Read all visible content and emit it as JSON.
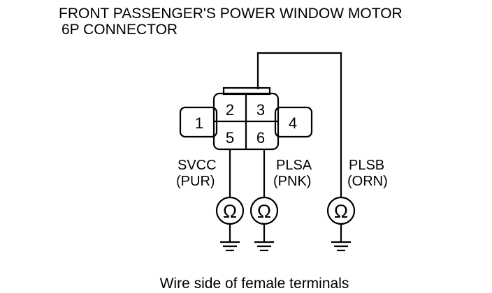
{
  "title": {
    "line1": "FRONT PASSENGER'S POWER WINDOW MOTOR",
    "line2": "6P CONNECTOR"
  },
  "connector": {
    "pins": [
      "1",
      "2",
      "3",
      "4",
      "5",
      "6"
    ]
  },
  "wires": {
    "svcc": {
      "name": "SVCC",
      "color": "(PUR)"
    },
    "plsa": {
      "name": "PLSA",
      "color": "(PNK)"
    },
    "plsb": {
      "name": "PLSB",
      "color": "(ORN)"
    }
  },
  "meter_symbol": "Ω",
  "caption": "Wire side of female terminals"
}
